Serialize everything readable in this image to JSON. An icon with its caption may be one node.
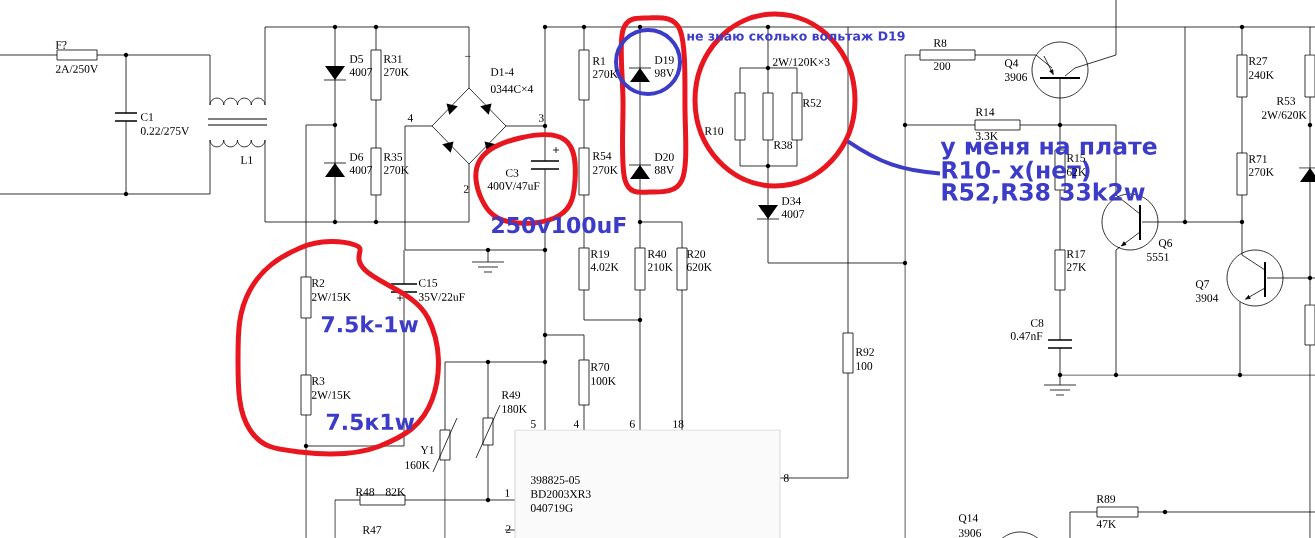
{
  "diagram": {
    "nodes": [
      {
        "text": [],
        "shape": "circle"
      },
      {
        "text": [
          "у меня на плате R10- x(нет) R52,R38 33k2w"
        ]
      }
    ],
    "edges": [
      {
        "from": 1,
        "to": 0,
        "arrow": "none"
      }
    ],
    "labels": [
      "не знаю сколько вольтаж D19",
      "F?",
      "2A/250V",
      "R8",
      "D5",
      "4007",
      "R31",
      "270K",
      "−",
      "D1-4",
      "0344C×4",
      "R1",
      "270K",
      "D19",
      "98V",
      "2W/120K×3",
      "200",
      "Q4",
      "3906",
      "R27",
      "240K",
      "R53",
      "2W/620K",
      "R14",
      "3.3K",
      "C1",
      "0.22/275V",
      "4",
      "3",
      "R10",
      "R52",
      "R38",
      "L1",
      "D6",
      "4007",
      "R35",
      "270K",
      "R54",
      "270K",
      "D20",
      "88V",
      "R15",
      "62K",
      "R71",
      "270K",
      "C3",
      "400V/47uF",
      "2",
      "D34",
      "4007",
      "250v100uF",
      "Q6",
      "5551",
      "R19",
      "4.02K",
      "R40",
      "210K",
      "R20",
      "620K",
      "R17",
      "27K",
      "R2",
      "2W/15K",
      "C15",
      "35V/22uF",
      "Q7",
      "3904",
      "7.5k-1w",
      "C8",
      "0.47nF",
      "R92",
      "100",
      "R70",
      "100K",
      "R3",
      "2W/15K",
      "R49",
      "180K",
      "7.5к1w",
      "5",
      "4",
      "6",
      "18",
      "Y1",
      "160K",
      "8",
      "398825-05",
      "R48",
      "82K",
      "1",
      "BD2003XR3",
      "R89",
      "040719G",
      "47K",
      "Q14",
      "R47",
      "3906",
      "2"
    ]
  }
}
